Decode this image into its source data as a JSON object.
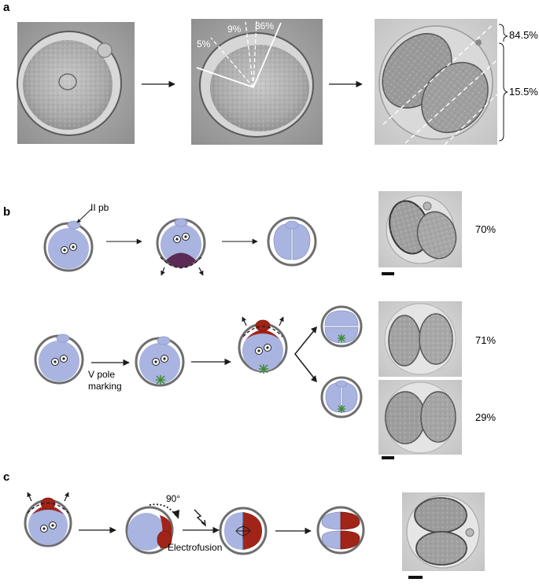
{
  "panels": {
    "a": {
      "label": "a",
      "angles": {
        "left": "5%",
        "middle": "9%",
        "right": "86%"
      },
      "brace_top": "84.5%",
      "brace_bottom": "15.5%"
    },
    "b": {
      "label": "b",
      "polar_body_label": "II pb",
      "row1_pct": "70%",
      "marking_label_line1": "V pole",
      "marking_label_line2": "marking",
      "row2_top_pct": "71%",
      "row2_bottom_pct": "29%"
    },
    "c": {
      "label": "c",
      "rotation_label": "90°",
      "electrofusion_label": "Electrofusion"
    }
  },
  "colors": {
    "blastomere": "#a9b4e0",
    "polar_mark": "#5b2a55",
    "red_cell": "#a12418",
    "vegetal_marker": "#3a8a2a",
    "membrane": "#6e6e6e"
  }
}
